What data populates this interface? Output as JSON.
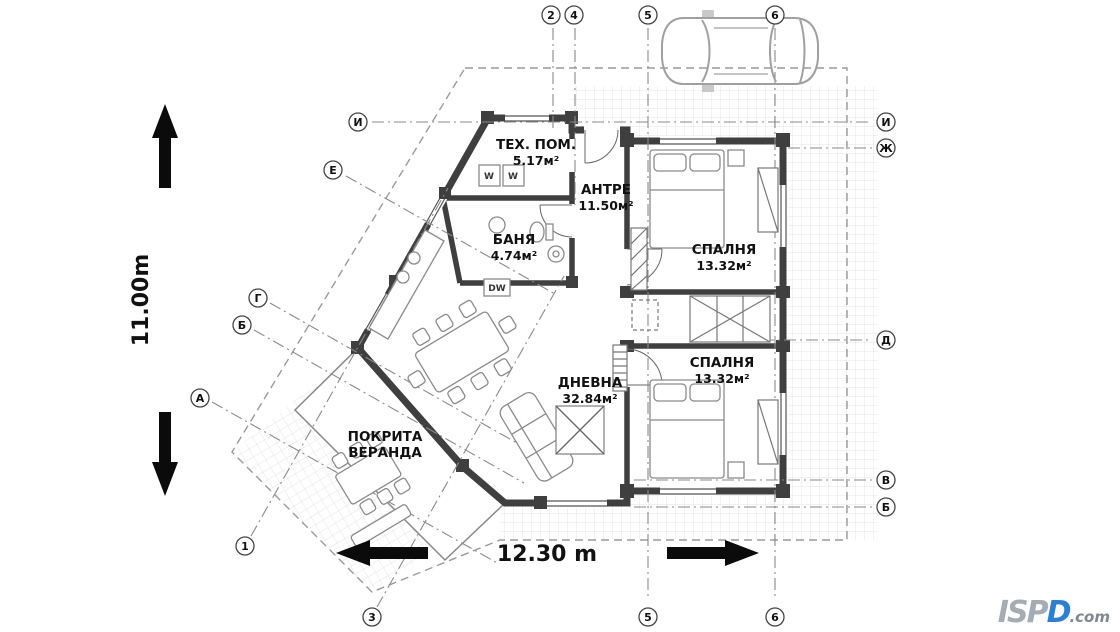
{
  "dimensions": {
    "vertical": "11.00m",
    "horizontal": "12.30 m"
  },
  "rooms": {
    "tech": {
      "name": "ТЕХ. ПОМ.",
      "area": "5.17м²"
    },
    "hall": {
      "name": "АНТРЕ",
      "area": "11.50м²"
    },
    "bath": {
      "name": "БАНЯ",
      "area": "4.74м²"
    },
    "bedroom1": {
      "name": "СПАЛНЯ",
      "area": "13.32м²"
    },
    "bedroom2": {
      "name": "СПАЛНЯ",
      "area": "13.32м²"
    },
    "living": {
      "name": "ДНЕВНА",
      "area": "32.84м²"
    },
    "veranda": {
      "line1": "ПОКРИТА",
      "line2": "ВЕРАНДА"
    }
  },
  "axis_marks": {
    "top_2": "2",
    "top_4": "4",
    "top_5": "5",
    "top_6": "6",
    "bottom_1": "1",
    "bottom_3": "3",
    "bottom_5": "5",
    "bottom_6": "6",
    "left_i": "И",
    "left_e": "Е",
    "left_g": "Г",
    "left_b": "Б",
    "left_a": "А",
    "right_i": "И",
    "right_zh": "Ж",
    "right_d": "Д",
    "right_v": "В",
    "right_b": "Б"
  },
  "appliances": {
    "washer1": "W",
    "washer2": "W",
    "dishwasher": "DW"
  },
  "logo": {
    "main": "ISP",
    "accent": "D",
    "suffix": ".com"
  },
  "colors": {
    "wall": "#3f3f3f",
    "logo_accent": "#2b7fd4",
    "logo_main": "#a4adb4",
    "grid": "#d9d9d9"
  }
}
